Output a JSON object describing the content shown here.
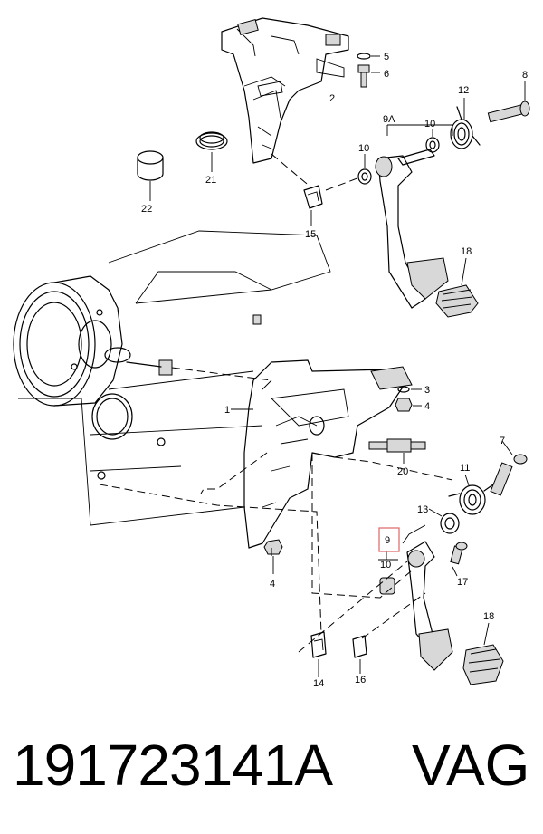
{
  "callouts": {
    "c1": "1",
    "c2": "2",
    "c3": "3",
    "c4a": "4",
    "c4b": "4",
    "c5": "5",
    "c6": "6",
    "c7": "7",
    "c8": "8",
    "c9": "9",
    "c9a": "9A",
    "c10a": "10",
    "c10b": "10",
    "c10c": "10",
    "c11": "11",
    "c12": "12",
    "c13": "13",
    "c14": "14",
    "c15": "15",
    "c16": "16",
    "c17": "17",
    "c18a": "18",
    "c18b": "18",
    "c20": "20",
    "c21": "21",
    "c22": "22"
  },
  "footer": {
    "part_number": "191723141A",
    "brand": "VAG"
  },
  "colors": {
    "highlight": "#e07070",
    "ink": "#000000"
  }
}
